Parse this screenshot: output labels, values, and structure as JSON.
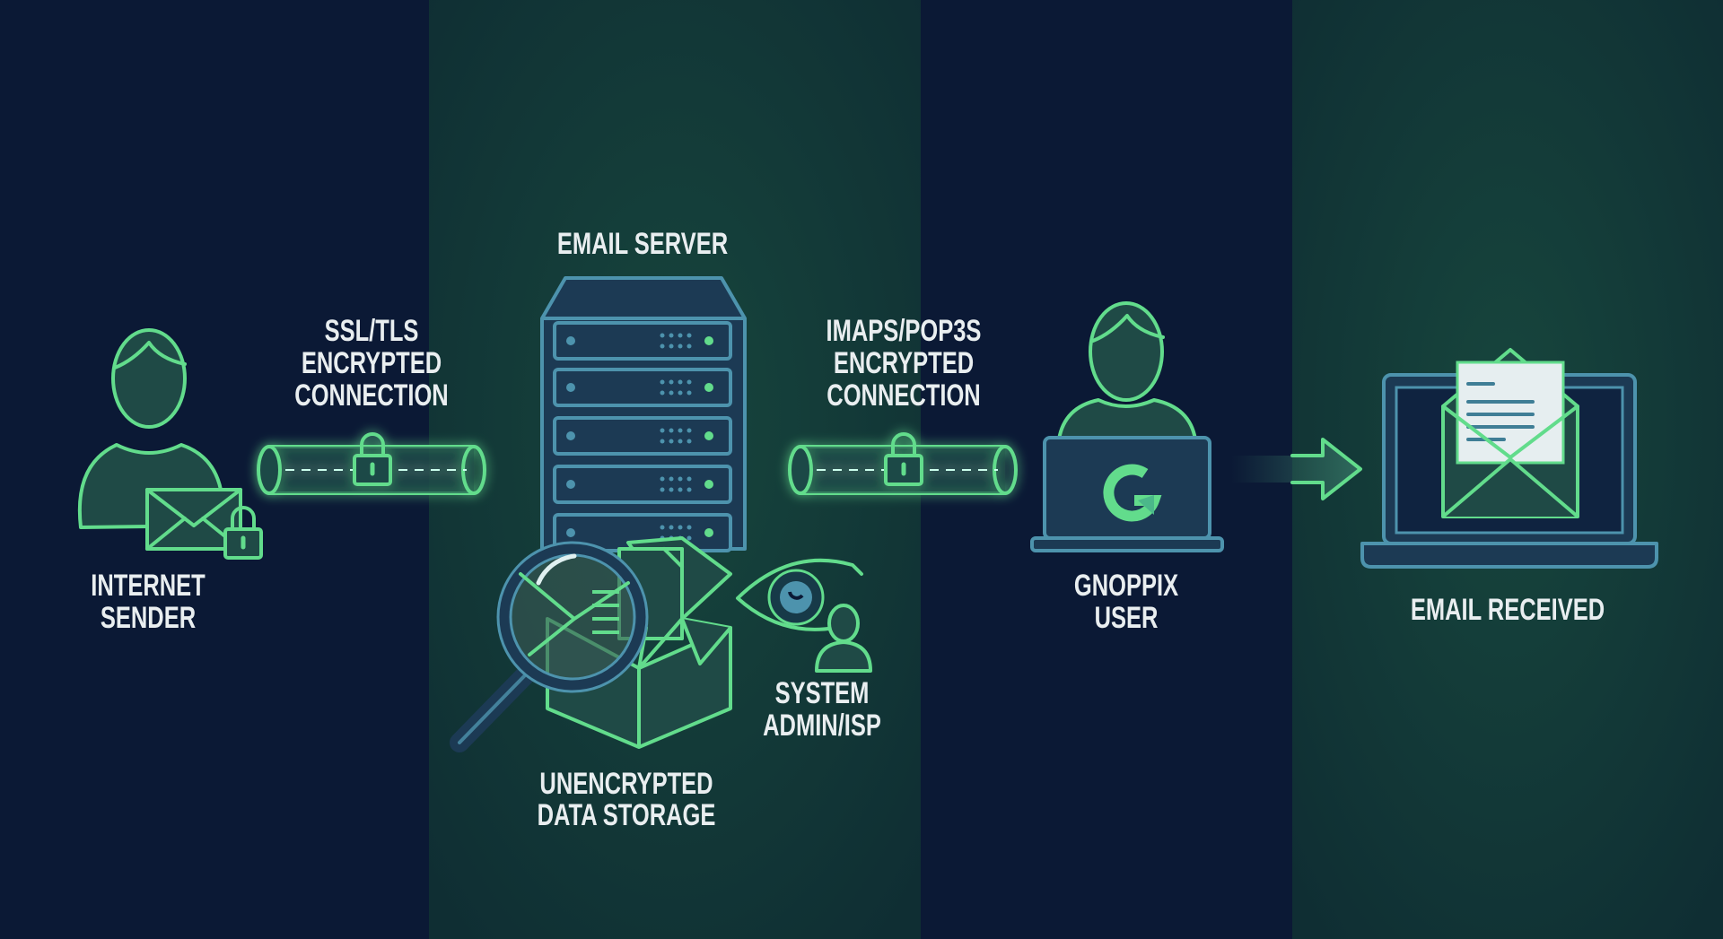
{
  "diagram": {
    "colors": {
      "navy": "#0b1935",
      "green_band": "#12372f",
      "accent_green": "#62dc8c",
      "accent_blue": "#4d93ad"
    },
    "nodes": {
      "sender": {
        "line1": "INTERNET",
        "line2": "SENDER"
      },
      "server": {
        "title": "EMAIL SERVER"
      },
      "storage": {
        "line1": "UNENCRYPTED",
        "line2": "DATA STORAGE"
      },
      "admin": {
        "line1": "SYSTEM",
        "line2": "ADMIN/ISP"
      },
      "user": {
        "line1": "GNOPPIX",
        "line2": "USER"
      },
      "received": {
        "title": "EMAIL RECEIVED"
      }
    },
    "connections": {
      "inbound": {
        "line1": "SSL/TLS",
        "line2": "ENCRYPTED",
        "line3": "CONNECTION"
      },
      "outbound": {
        "line1": "IMAPS/POP3S",
        "line2": "ENCRYPTED",
        "line3": "CONNECTION"
      }
    },
    "icons": [
      "person-icon",
      "envelope-icon",
      "lock-icon",
      "server-icon",
      "magnifier-icon",
      "box-icon",
      "eye-icon",
      "laptop-icon",
      "gnoppix-logo-icon",
      "arrow-right-icon"
    ]
  }
}
